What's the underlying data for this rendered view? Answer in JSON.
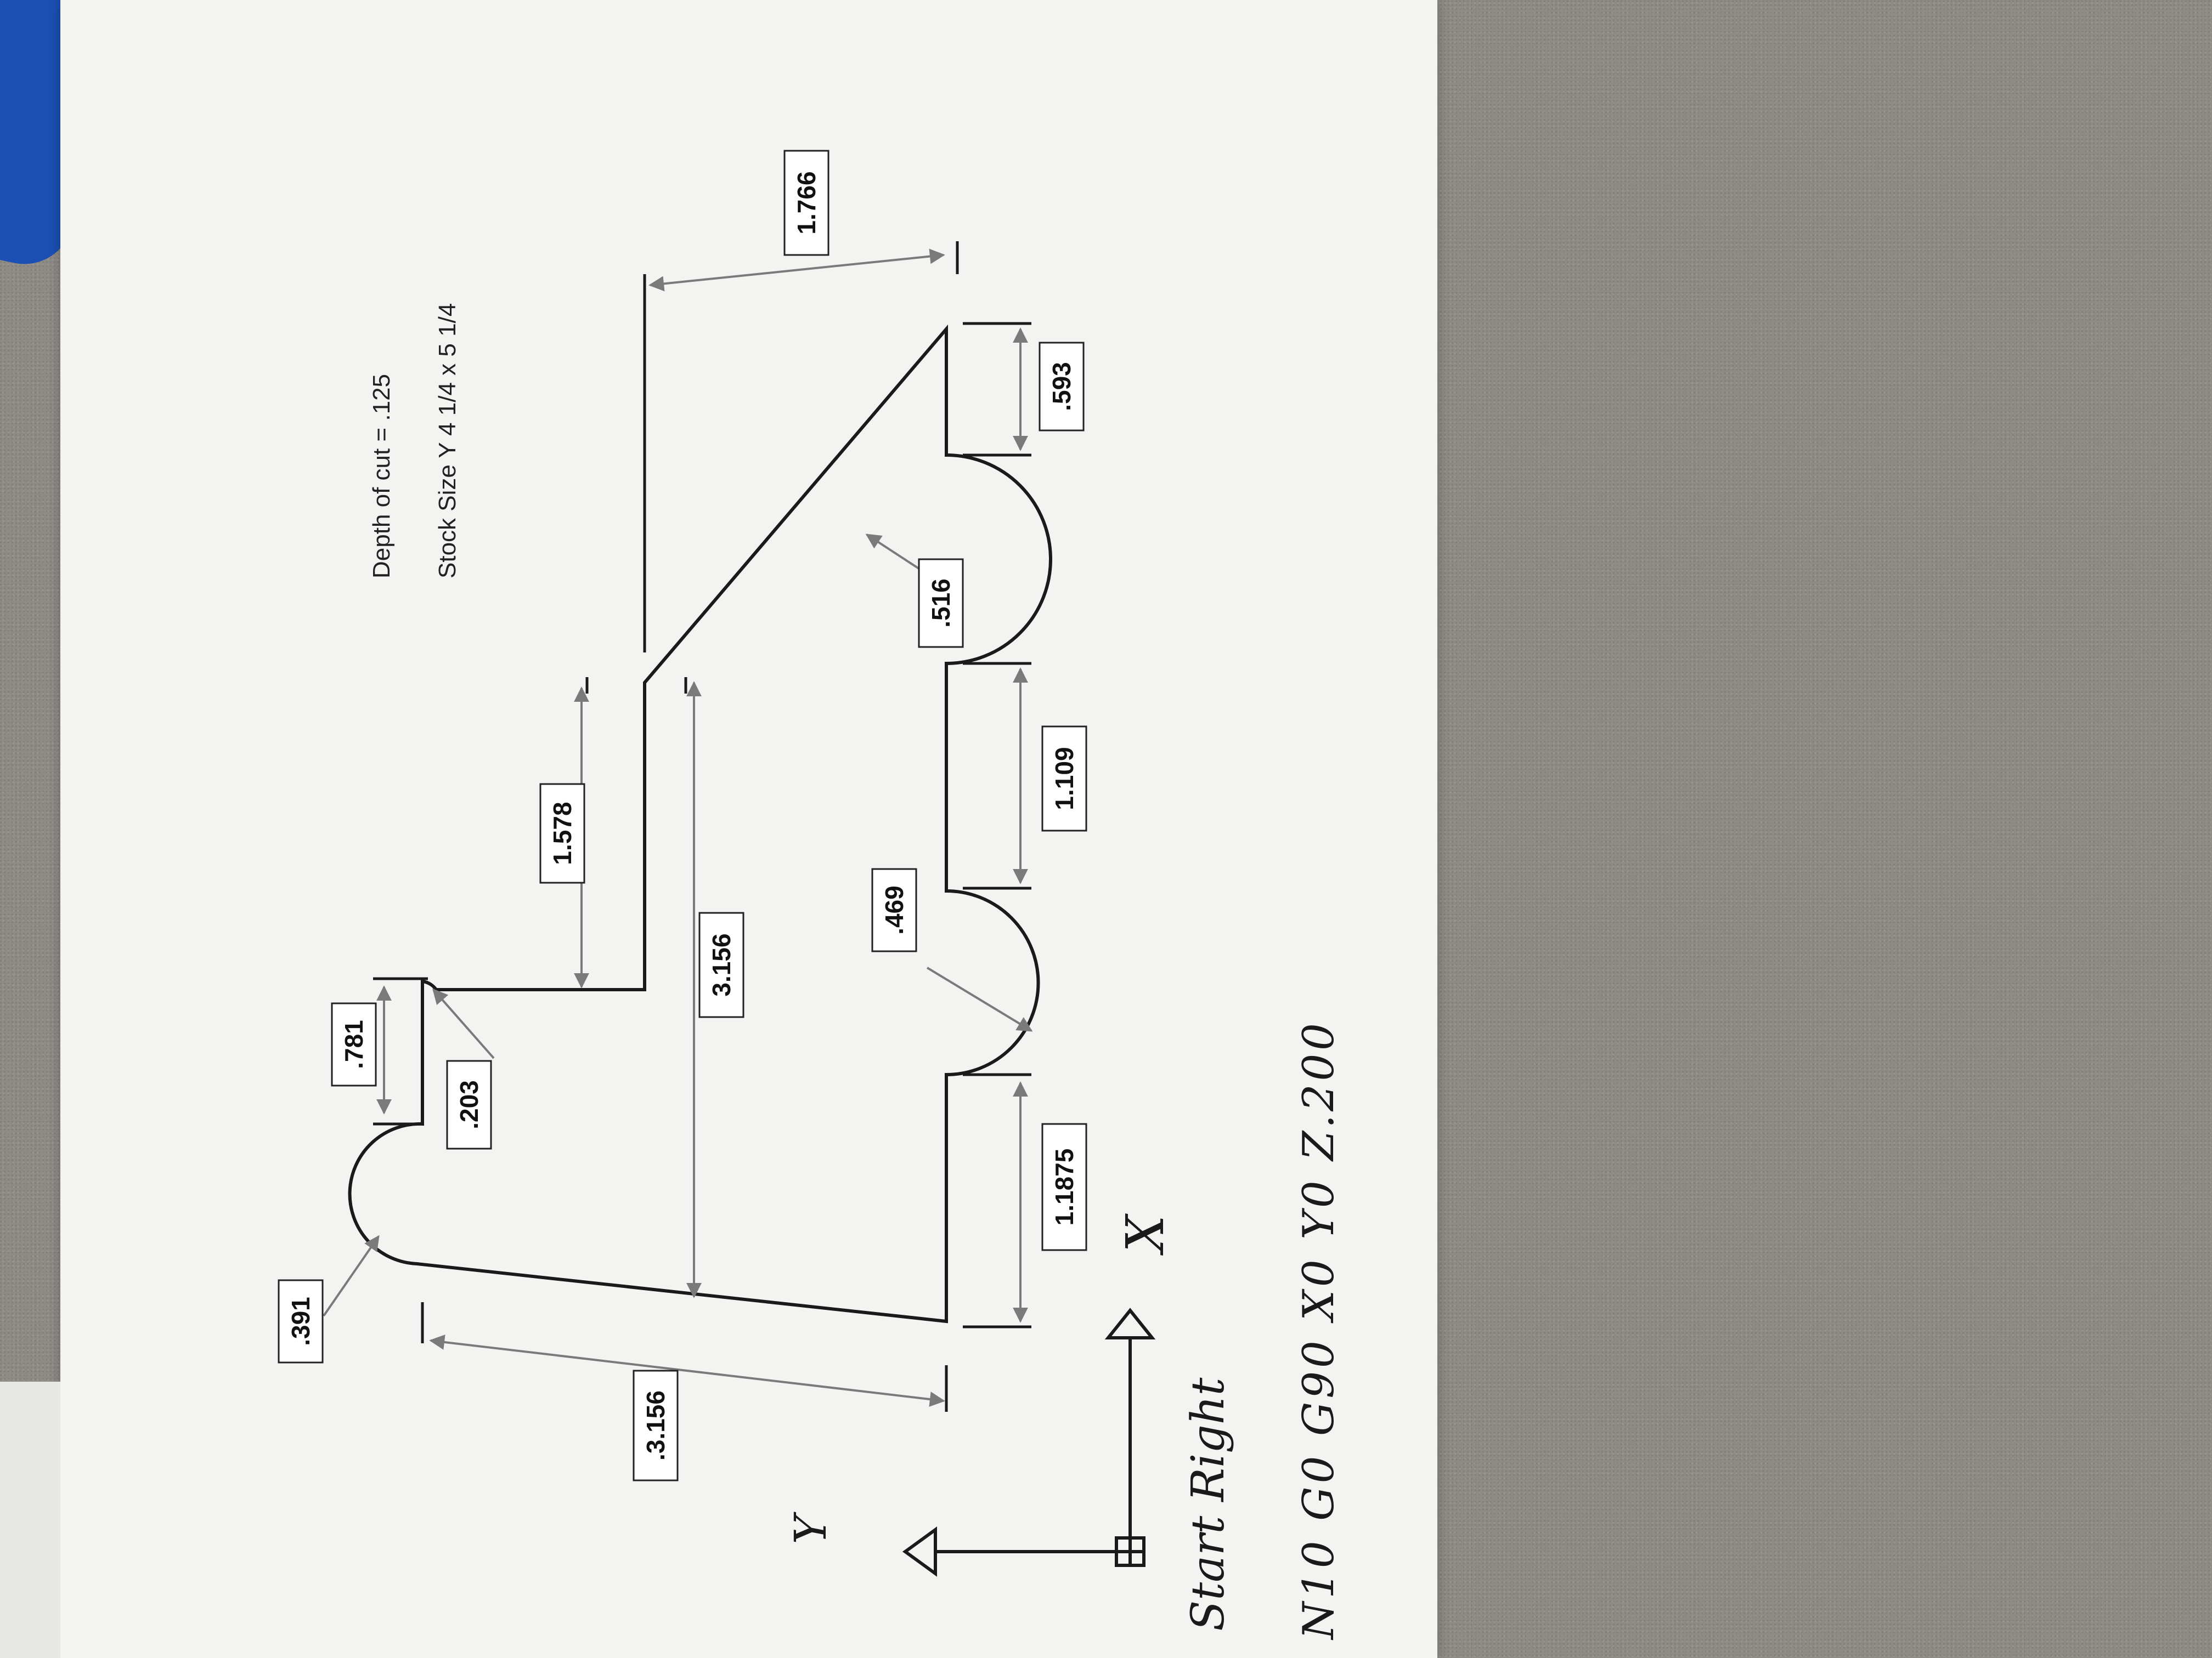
{
  "notes": {
    "depth_of_cut": "Depth of cut = .125",
    "stock_size": "Stock Size  Y 4 1/4 x 5 1/4"
  },
  "dimensions": {
    "d_391": ".391",
    "d_781": ".781",
    "d_203": ".203",
    "d_1578": "1.578",
    "d_3156_inner": "3.156",
    "d_3156_left": ".3.156",
    "d_469": ".469",
    "d_11875": "1.1875",
    "d_1109": "1.109",
    "d_516": ".516",
    "d_593": ".593",
    "d_1766": "1.766"
  },
  "handwriting": {
    "y_axis": "Y",
    "x_axis": "X",
    "start_note": "Start Right",
    "gcode": "N10 G0 G90 X0 Y0 Z.200"
  }
}
